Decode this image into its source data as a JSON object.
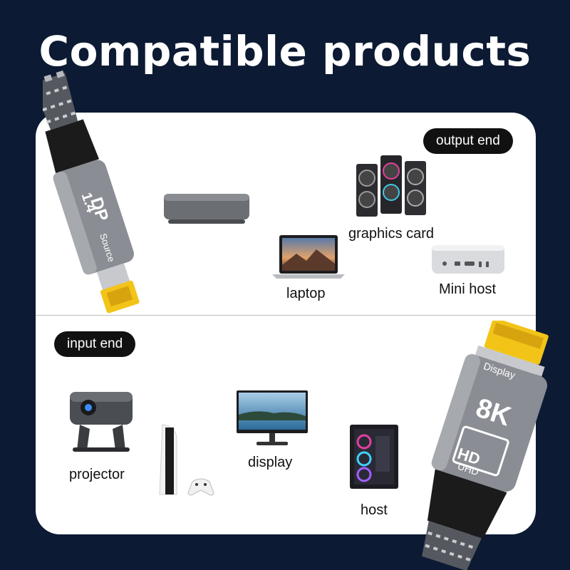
{
  "title": "Compatible products",
  "output_section": {
    "badge": "output end",
    "devices": [
      {
        "label": "graphics card",
        "icon": "graphics-card-icon"
      },
      {
        "label": "laptop",
        "icon": "laptop-icon"
      },
      {
        "label": "Mini host",
        "icon": "mini-host-icon"
      },
      {
        "label": "",
        "icon": "mini-pc-icon"
      }
    ]
  },
  "input_section": {
    "badge": "input end",
    "devices": [
      {
        "label": "projector",
        "icon": "projector-icon"
      },
      {
        "label": "display",
        "icon": "monitor-icon"
      },
      {
        "label": "host",
        "icon": "pc-tower-icon"
      },
      {
        "label": "",
        "icon": "game-console-icon"
      }
    ]
  },
  "cable_source": {
    "text1": "DP",
    "text2": "1.4",
    "text3": "Source"
  },
  "cable_display": {
    "text1": "Display",
    "text2": "8K",
    "text3": "HD",
    "text4": "UHD"
  },
  "colors": {
    "background": "#0c1a33",
    "card": "#ffffff",
    "badge": "#111111",
    "connector_gold": "#f2c418",
    "plug_gray": "#8a8d93"
  }
}
